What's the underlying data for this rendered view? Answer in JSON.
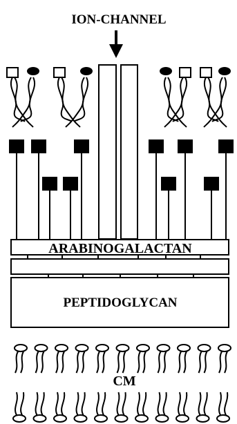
{
  "labels": {
    "ion_channel": "ION-CHANNEL",
    "arabinogalactan": "ARABINOGALACTAN",
    "peptidoglycan": "PEPTIDOGLYCAN",
    "cm": "CM"
  },
  "colors": {
    "ink": "#000000",
    "paper": "#ffffff"
  },
  "icons": [
    "down-arrow-icon",
    "square-head-icon",
    "oval-head-icon",
    "lipid-molecule-icon"
  ]
}
